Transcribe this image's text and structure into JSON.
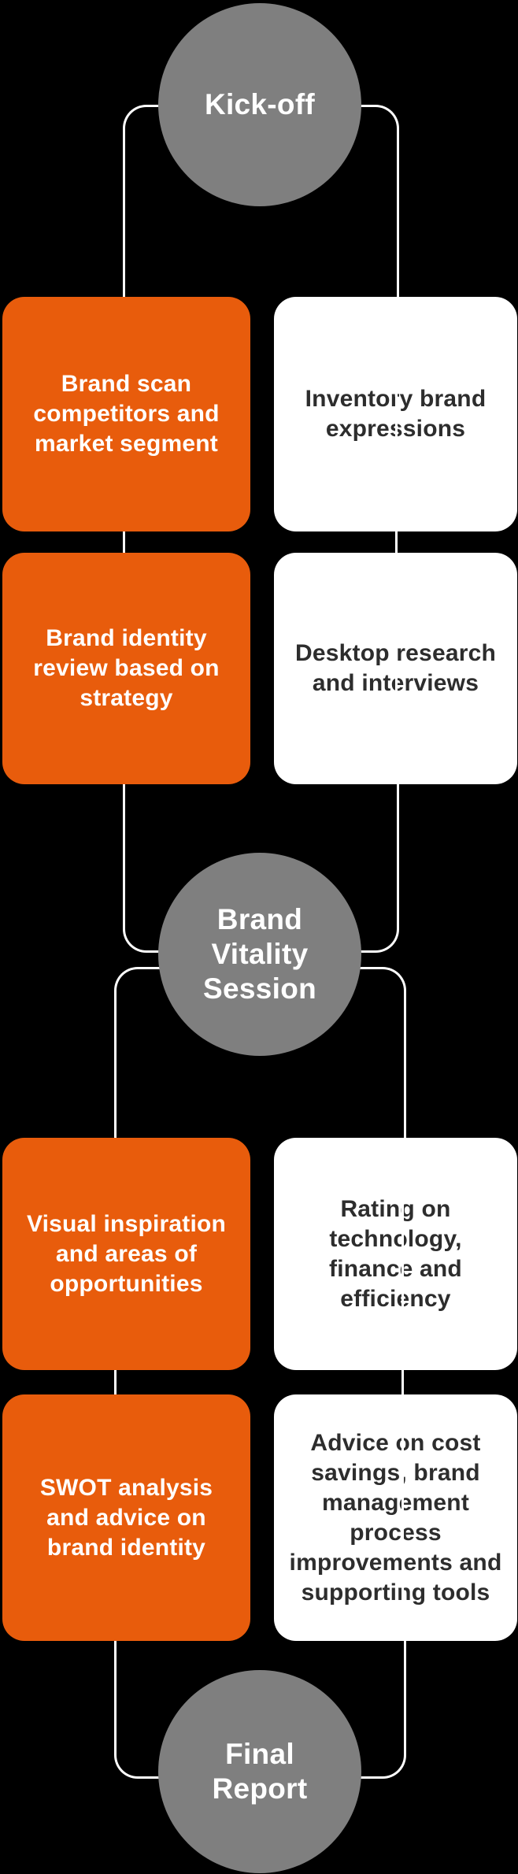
{
  "palette": {
    "background": "#000000",
    "step_orange": "#E85C0C",
    "milestone_gray": "#7F7F7F",
    "connector_line": "#FFFFFF",
    "text_on_orange": "#FFFFFF",
    "text_on_white": "#2D2D2D"
  },
  "circles": {
    "kickoff": {
      "lines": [
        "Kick-off"
      ]
    },
    "brand_vitality": {
      "lines": [
        "Brand",
        "Vitality",
        "Session"
      ]
    },
    "final_report": {
      "lines": [
        "Final",
        "Report"
      ]
    }
  },
  "rows": [
    {
      "left": {
        "lines": [
          "Brand scan",
          "competitors and",
          "market segment"
        ]
      },
      "right": {
        "lines": [
          "Inventory brand",
          "expressions"
        ]
      }
    },
    {
      "left": {
        "lines": [
          "Brand identity",
          "review based on",
          "strategy"
        ]
      },
      "right": {
        "lines": [
          "Desktop research",
          "and interviews"
        ]
      }
    },
    {
      "left": {
        "lines": [
          "Visual inspiration",
          "and areas of",
          "opportunities"
        ]
      },
      "right": {
        "lines": [
          "Rating on",
          "technology,",
          "finance and",
          "efficiency"
        ]
      }
    },
    {
      "left": {
        "lines": [
          "SWOT analysis",
          "and advice on",
          "brand identity"
        ]
      },
      "right": {
        "lines": [
          "Advice on cost",
          "savings, brand",
          "management",
          "process",
          "improvements and",
          "supporting tools"
        ]
      }
    }
  ]
}
